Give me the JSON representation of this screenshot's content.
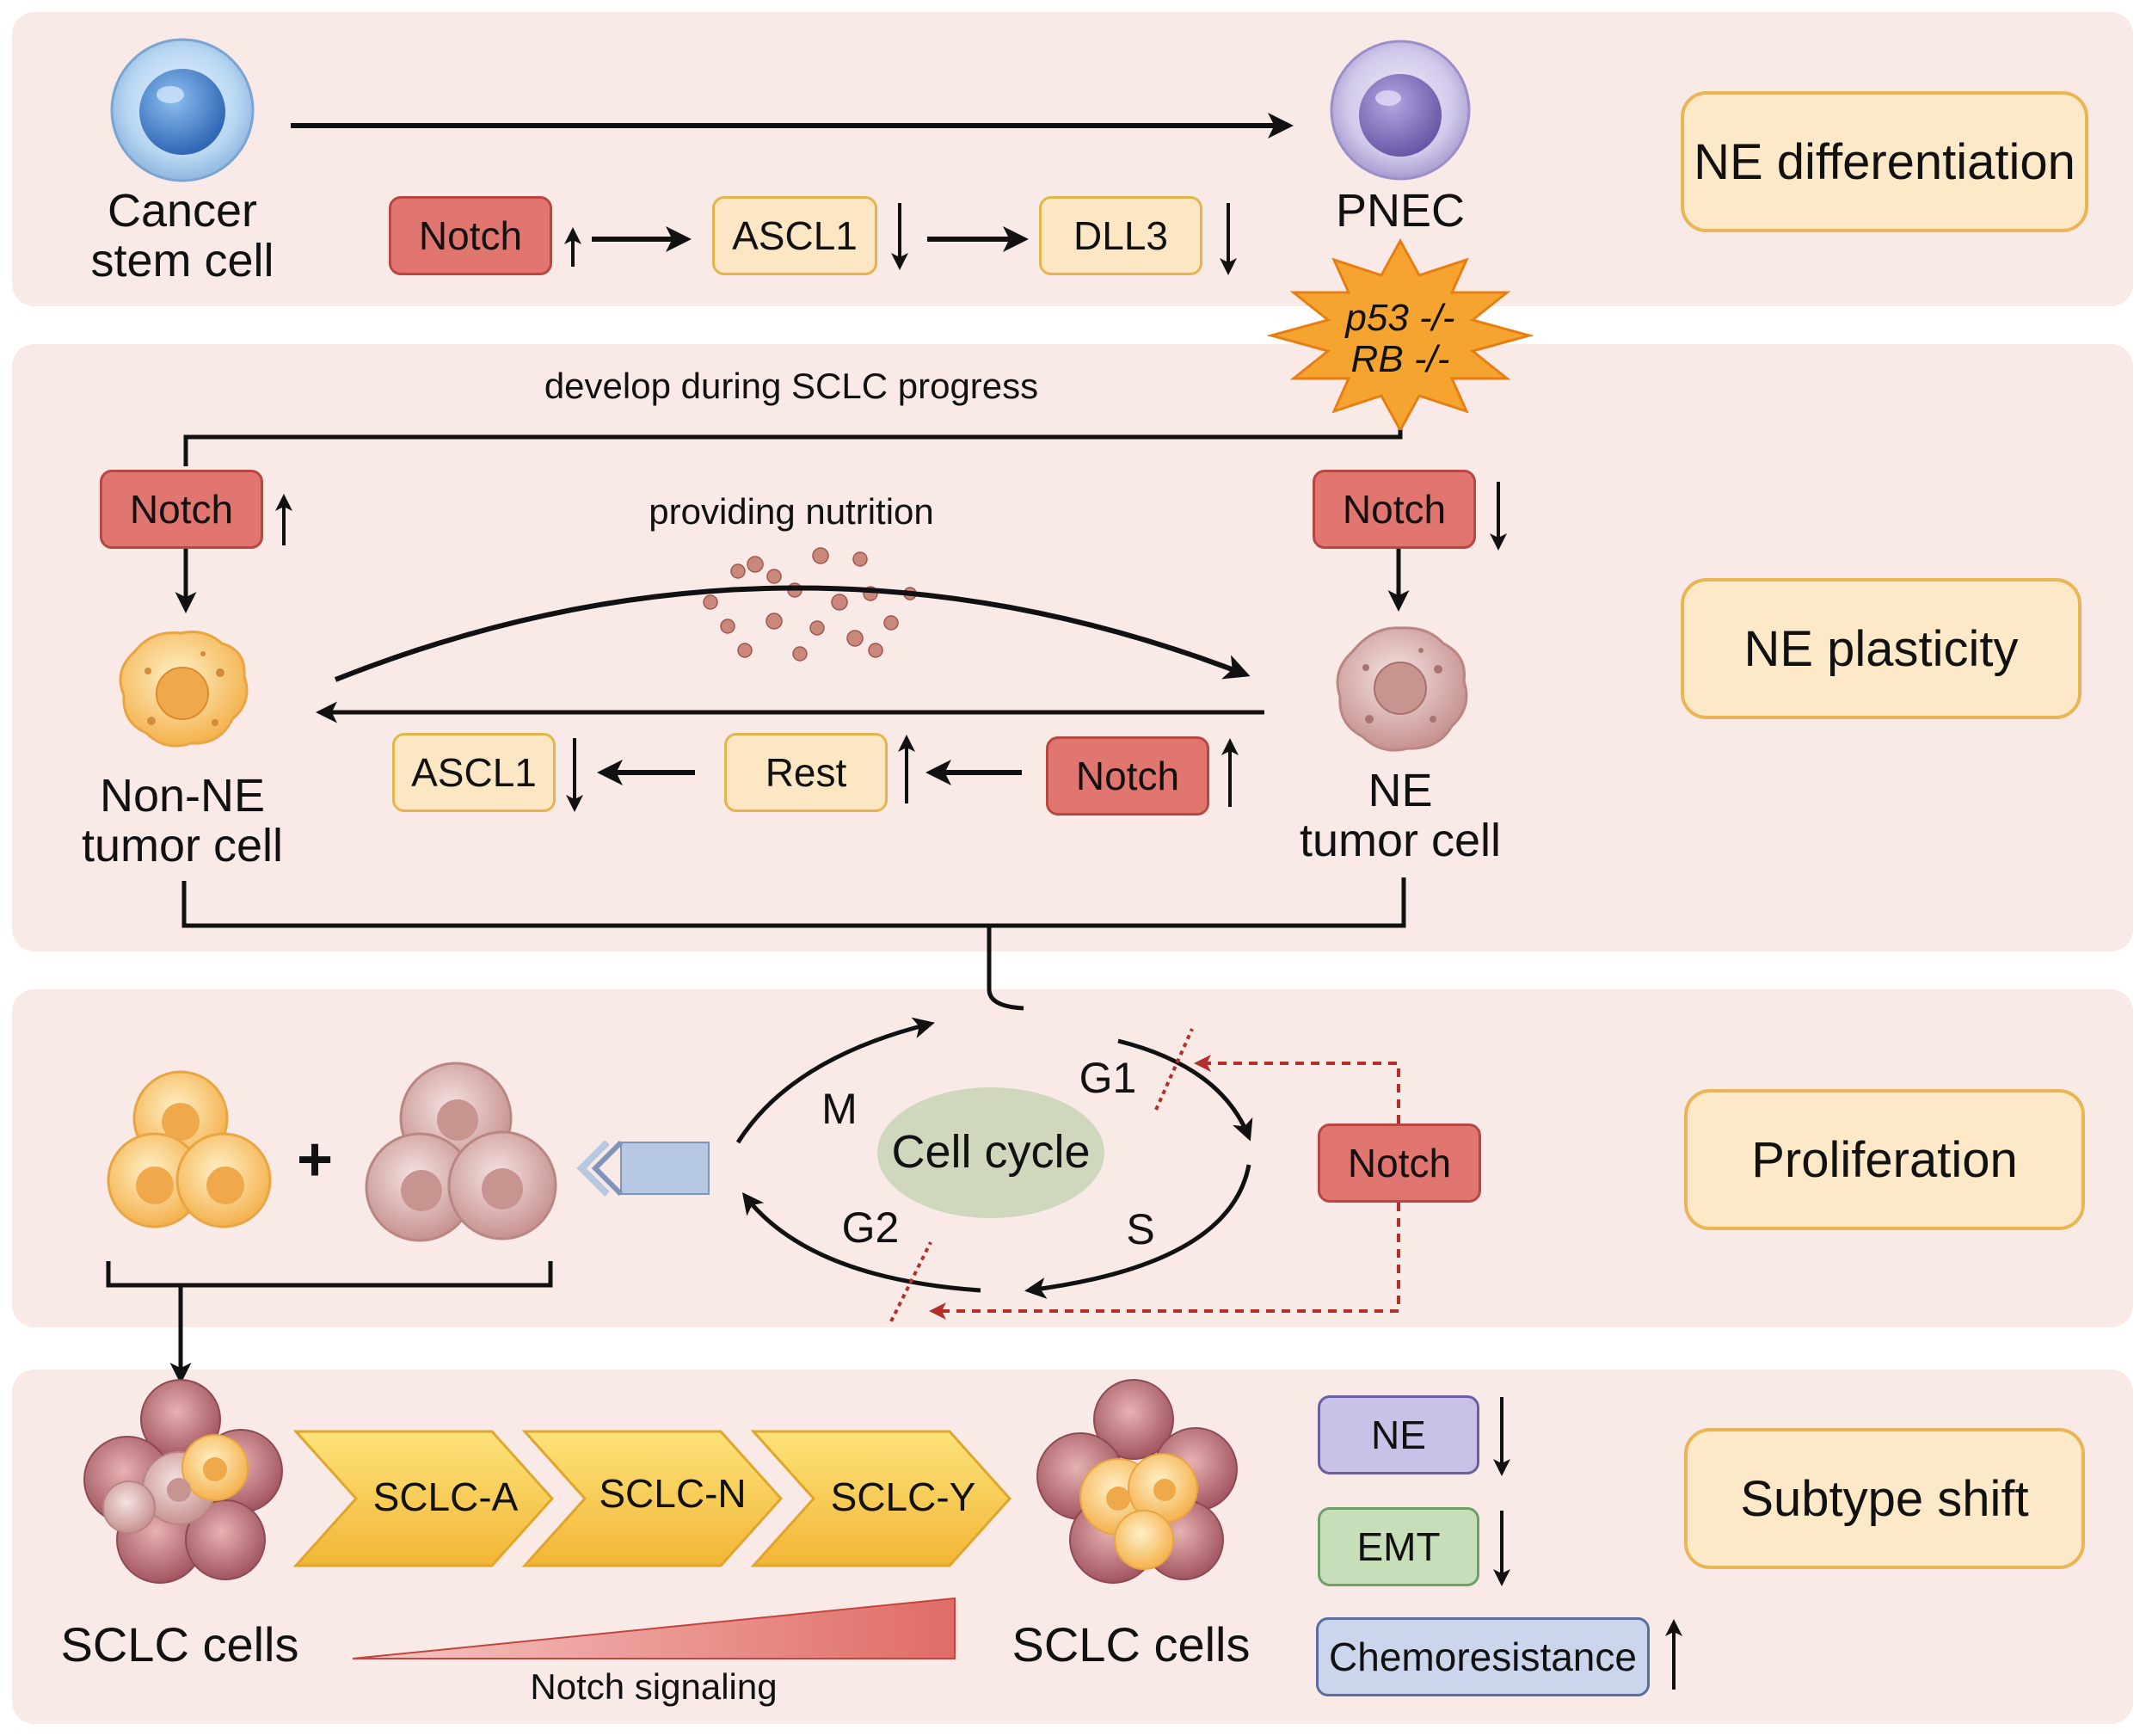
{
  "stages": {
    "s1": "NE differentiation",
    "s2": "NE plasticity",
    "s3": "Proliferation",
    "s4": "Subtype shift"
  },
  "row1": {
    "cell_left_line1": "Cancer",
    "cell_left_line2": "stem cell",
    "cell_right": "PNEC",
    "notch": "Notch",
    "ascl1": "ASCL1",
    "dll3": "DLL3",
    "mutation_line1": "p53 -/-",
    "mutation_line2": "RB -/-"
  },
  "row2": {
    "develop": "develop during SCLC progress",
    "nutrition": "providing nutrition",
    "notch_left": "Notch",
    "notch_right": "Notch",
    "non_ne_line1": "Non-NE",
    "non_ne_line2": "tumor cell",
    "ne_line1": "NE",
    "ne_line2": "tumor cell",
    "ascl1": "ASCL1",
    "rest": "Rest",
    "notch_bottom": "Notch"
  },
  "row3": {
    "plus": "+",
    "cell_cycle": "Cell cycle",
    "m": "M",
    "g1": "G1",
    "g2": "G2",
    "s": "S",
    "notch": "Notch"
  },
  "row4": {
    "sclc_left": "SCLC cells",
    "sclc_right": "SCLC cells",
    "subtype_a": "SCLC-A",
    "subtype_n": "SCLC-N",
    "subtype_y": "SCLC-Y",
    "notch_signaling": "Notch signaling",
    "ne": "NE",
    "emt": "EMT",
    "chemo": "Chemoresistance"
  },
  "colors": {
    "panel_bg": "#f9e9e7",
    "notch_red": "#e1756f",
    "gene_yellow": "#fde6c4",
    "arrow_red": "#b3302a"
  }
}
